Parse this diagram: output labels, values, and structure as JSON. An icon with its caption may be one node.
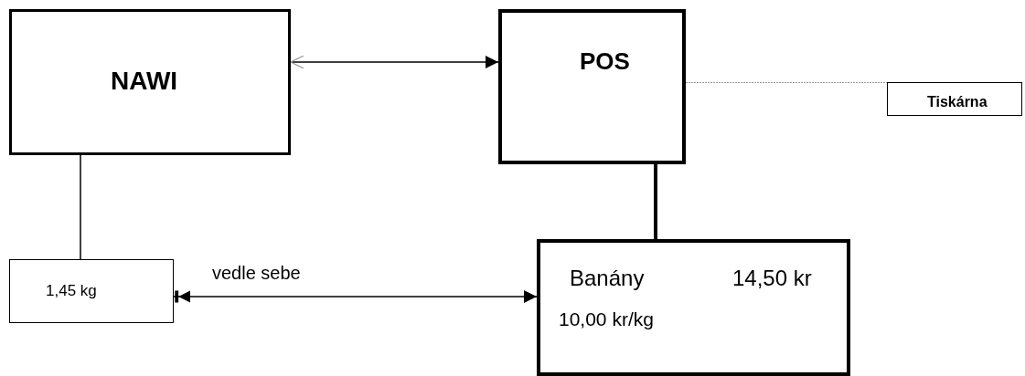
{
  "diagram": {
    "nodes": [
      {
        "text": [
          "NAWI"
        ]
      },
      {
        "text": [
          "POS"
        ]
      },
      {
        "text": [
          "Tiskárna"
        ]
      },
      {
        "text": [
          "1,45 kg"
        ]
      },
      {
        "text": [
          "Banány",
          "14,50 kr",
          "10,00 kr/kg"
        ]
      }
    ],
    "edges": [
      {
        "from": 0,
        "to": 1,
        "arrow": "both"
      },
      {
        "from": 1,
        "to": 2,
        "arrow": "none",
        "style": "dashed",
        "color": "#999999"
      },
      {
        "from": 0,
        "to": 3,
        "arrow": "none"
      },
      {
        "from": 1,
        "to": 4,
        "arrow": "none",
        "style": "thick"
      },
      {
        "from": 3,
        "to": 4,
        "arrow": "both",
        "label": "vedle sebe"
      }
    ]
  }
}
